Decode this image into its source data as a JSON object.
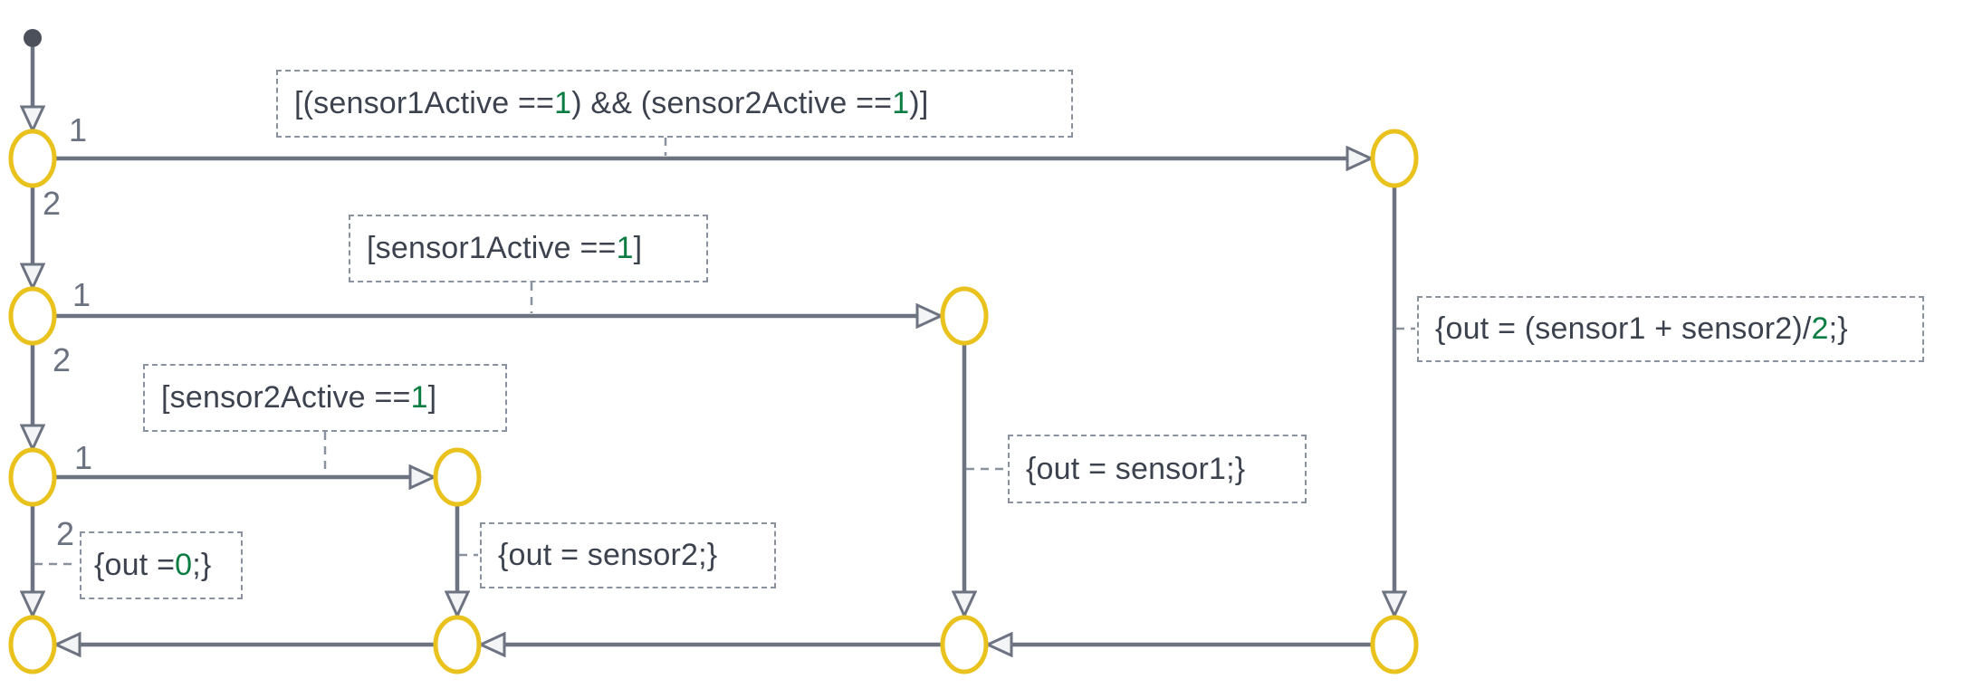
{
  "diagram": {
    "title": "sensor-selection-flow-chart",
    "colors": {
      "background": "#ffffff",
      "line": "#6d7380",
      "junction": "#e9c21d",
      "arrow_fill": "#f3f4f6",
      "text": "#3c424e",
      "number": "#6b7280",
      "green": "#0b7d43",
      "box_border": "#8a92a0",
      "dot": "#4b505a"
    },
    "priorities": {
      "p1": "1",
      "p2": "2",
      "p3": "1",
      "p4": "2",
      "p5": "1",
      "p6": "2"
    },
    "labels": {
      "cond_both": {
        "parts": [
          {
            "text": "[(sensor1Active == ",
            "highlight": false
          },
          {
            "text": "1",
            "highlight": true
          },
          {
            "text": ") && (sensor2Active == ",
            "highlight": false
          },
          {
            "text": "1",
            "highlight": true
          },
          {
            "text": ")]",
            "highlight": false
          }
        ]
      },
      "cond_sensor1": {
        "parts": [
          {
            "text": "[sensor1Active == ",
            "highlight": false
          },
          {
            "text": "1",
            "highlight": true
          },
          {
            "text": "]",
            "highlight": false
          }
        ]
      },
      "cond_sensor2": {
        "parts": [
          {
            "text": "[sensor2Active == ",
            "highlight": false
          },
          {
            "text": "1",
            "highlight": true
          },
          {
            "text": "]",
            "highlight": false
          }
        ]
      },
      "act_average": {
        "parts": [
          {
            "text": "{out = (sensor1 + sensor2)/",
            "highlight": false
          },
          {
            "text": "2",
            "highlight": true
          },
          {
            "text": ";}",
            "highlight": false
          }
        ]
      },
      "act_sensor1": {
        "parts": [
          {
            "text": "{out = sensor1;}",
            "highlight": false
          }
        ]
      },
      "act_sensor2": {
        "parts": [
          {
            "text": "{out = sensor2;}",
            "highlight": false
          }
        ]
      },
      "act_zero": {
        "parts": [
          {
            "text": "{out = ",
            "highlight": false
          },
          {
            "text": "0",
            "highlight": true
          },
          {
            "text": ";}",
            "highlight": false
          }
        ]
      }
    }
  }
}
